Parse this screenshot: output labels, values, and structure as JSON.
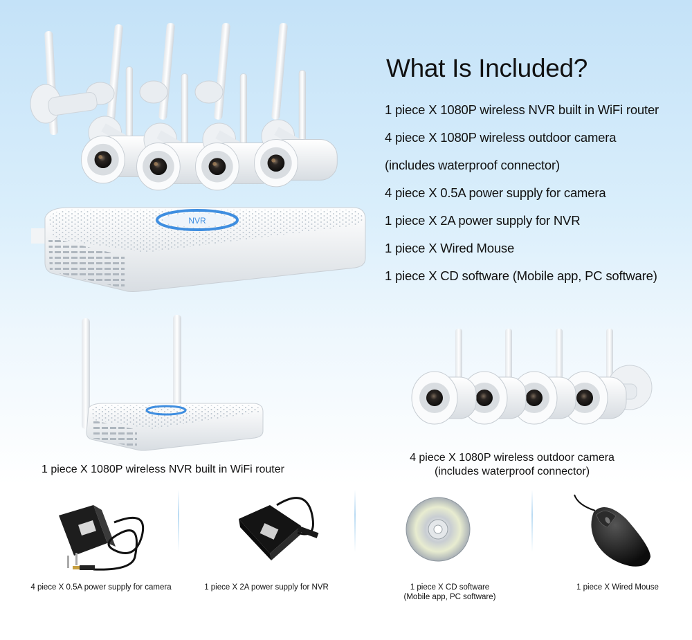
{
  "heading": "What Is Included?",
  "included_list": [
    "1 piece X 1080P wireless NVR built in WiFi  router",
    "4 piece X 1080P  wireless outdoor camera",
    " (includes waterproof connector)",
    "4 piece X 0.5A  power  supply  for  camera",
    "1 piece X 2A  power  supply  for  NVR",
    "1 piece X Wired  Mouse",
    "1 piece X CD  software  (Mobile app, PC software)"
  ],
  "nvr_caption": "1 piece X 1080P  wireless  NVR  built  in  WiFi  router",
  "camera_caption": [
    "4 piece X 1080P  wireless outdoor camera",
    "(includes waterproof connector)"
  ],
  "accessories": [
    {
      "name": "camera-power-supply",
      "lines": [
        "4 piece X 0.5A  power  supply  for  camera"
      ]
    },
    {
      "name": "nvr-power-supply",
      "lines": [
        "1 piece X 2A  power  supply  for  NVR"
      ]
    },
    {
      "name": "cd-software",
      "lines": [
        "1 piece X CD  software",
        "(Mobile app, PC software)"
      ]
    },
    {
      "name": "wired-mouse",
      "lines": [
        "1 piece X Wired  Mouse"
      ]
    }
  ],
  "nvr_logo_text": "NVR",
  "colors": {
    "background_top": "#c4e2f8",
    "device_white": "#f4f6f8",
    "nvr_ring": "#3f8ee0",
    "text": "#111111"
  }
}
